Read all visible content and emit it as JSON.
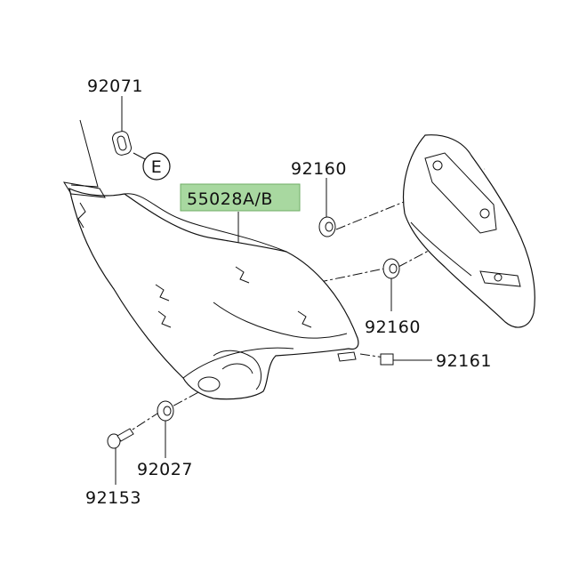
{
  "diagram": {
    "labels": {
      "p92071": "92071",
      "e_ref": "E",
      "main_part": "55028A/B",
      "p92160_top": "92160",
      "p92160_bottom": "92160",
      "p92161": "92161",
      "p92027": "92027",
      "p92153": "92153"
    },
    "colors": {
      "highlight": "#a8d8a0",
      "highlight_border": "#6fae66",
      "line": "#111111"
    }
  }
}
